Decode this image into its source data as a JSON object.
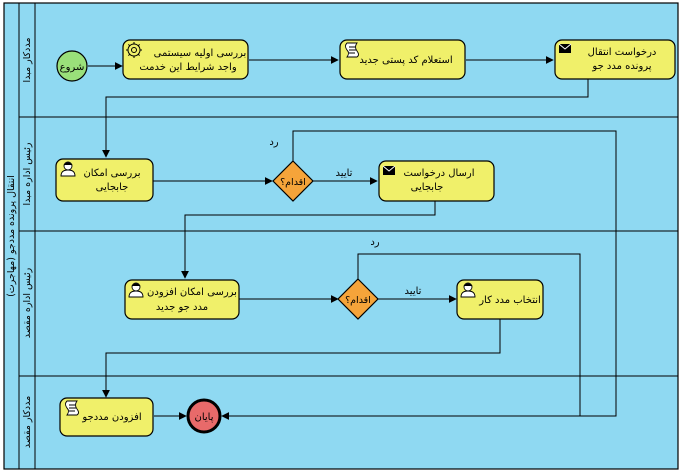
{
  "pool": {
    "title": "انتقال پرونده مددجو  (مهاجرت)"
  },
  "lanes": [
    {
      "id": "lane1",
      "label": "مددکار مبدا"
    },
    {
      "id": "lane2",
      "label": "رئیس اداره مبدا"
    },
    {
      "id": "lane3",
      "label": "رئیس اداره مقصد"
    },
    {
      "id": "lane4",
      "label": "مددکار مقصد"
    }
  ],
  "events": {
    "start": "شروع",
    "end": "پایان"
  },
  "tasks": {
    "t1": {
      "line1": "بررسی اولیه سیستمی",
      "line2": "واجد شرایط این خدمت",
      "icon": "service-gear-icon"
    },
    "t2": {
      "line1": "استعلام کد پستی جدید",
      "line2": "",
      "icon": "script-icon"
    },
    "t3": {
      "line1": "درخواست انتقال",
      "line2": "پرونده مدد جو",
      "icon": "send-message-icon"
    },
    "t4": {
      "line1": "بررسی امکان",
      "line2": "جابجایی",
      "icon": "user-icon"
    },
    "t5": {
      "line1": "ارسال درخواست",
      "line2": "جابجایی",
      "icon": "send-message-icon"
    },
    "t6": {
      "line1": "بررسی امکان افزودن",
      "line2": "مدد جو جدید",
      "icon": "user-icon"
    },
    "t7": {
      "line1": "انتخاب مدد کار",
      "line2": "",
      "icon": "user-icon"
    },
    "t8": {
      "line1": "افزودن مددجو",
      "line2": "",
      "icon": "script-icon"
    }
  },
  "gateways": {
    "g1": "اقدام؟",
    "g2": "اقدام؟"
  },
  "flow_labels": {
    "g1_yes": "تایید",
    "g1_no": "رد",
    "g2_yes": "تایید",
    "g2_no": "رد"
  },
  "colors": {
    "lane_fill": "#8fd9f2",
    "task_fill": "#f0f06a",
    "start_fill": "#9ae07a",
    "end_fill": "#e86a6a",
    "gateway_fill": "#f5a43a",
    "stroke": "#000000"
  }
}
